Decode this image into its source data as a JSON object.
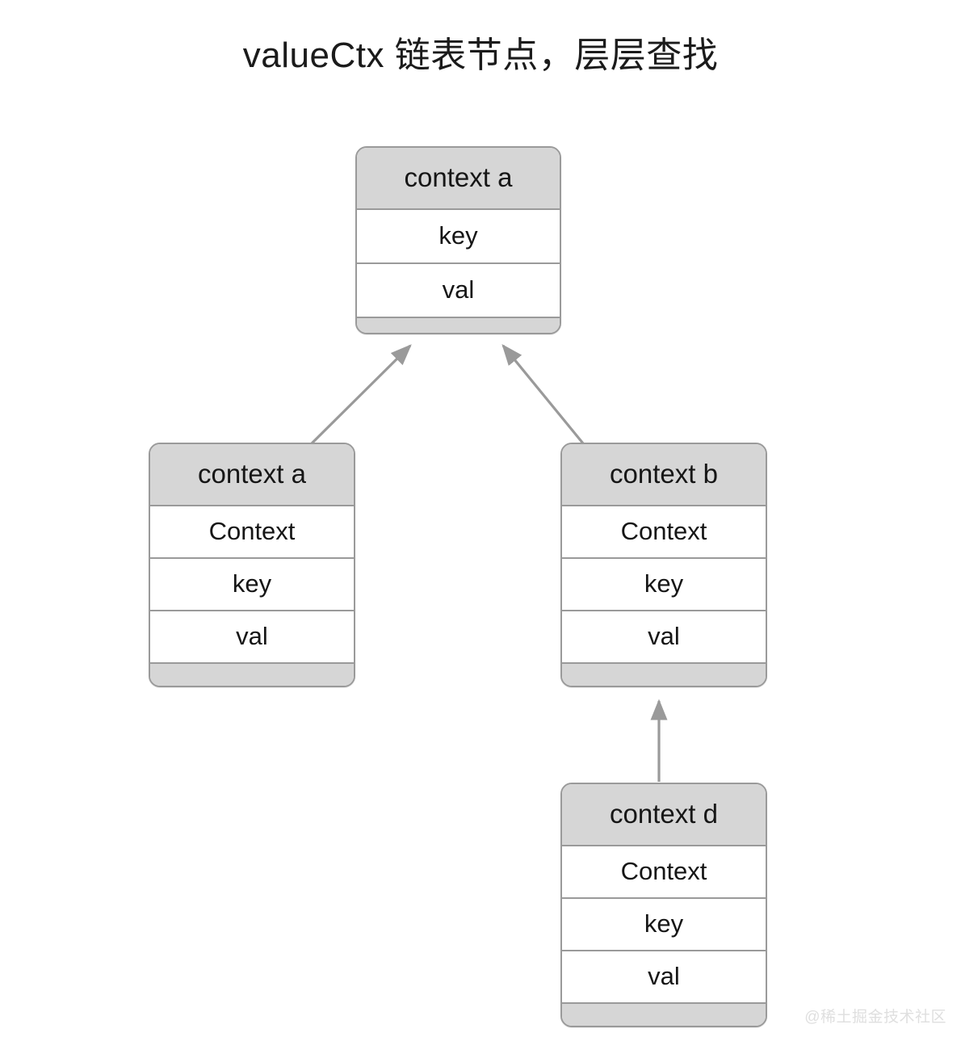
{
  "title": "valueCtx 链表节点，层层查找",
  "watermark": "@稀土掘金技术社区",
  "colors": {
    "node_border": "#9a9a9a",
    "node_header_fill": "#d6d6d6",
    "node_body_fill": "#ffffff",
    "node_footer_fill": "#d6d6d6",
    "edge_stroke": "#9a9a9a",
    "text": "#161616",
    "background": "#ffffff",
    "watermark": "#dfdfdf"
  },
  "nodes": [
    {
      "id": "node-top",
      "header": "context a",
      "rows": [
        "key",
        "val"
      ],
      "has_footer": true
    },
    {
      "id": "node-left",
      "header": "context a",
      "rows": [
        "Context",
        "key",
        "val"
      ],
      "has_footer": true
    },
    {
      "id": "node-right",
      "header": "context b",
      "rows": [
        "Context",
        "key",
        "val"
      ],
      "has_footer": true
    },
    {
      "id": "node-bottom",
      "header": "context d",
      "rows": [
        "Context",
        "key",
        "val"
      ],
      "has_footer": true
    }
  ],
  "edges": [
    {
      "id": "edge-left-to-top",
      "from": "node-left",
      "to": "node-top",
      "arrow": "to"
    },
    {
      "id": "edge-right-to-top",
      "from": "node-right",
      "to": "node-top",
      "arrow": "to"
    },
    {
      "id": "edge-bottom-to-right",
      "from": "node-bottom",
      "to": "node-right",
      "arrow": "to"
    }
  ]
}
